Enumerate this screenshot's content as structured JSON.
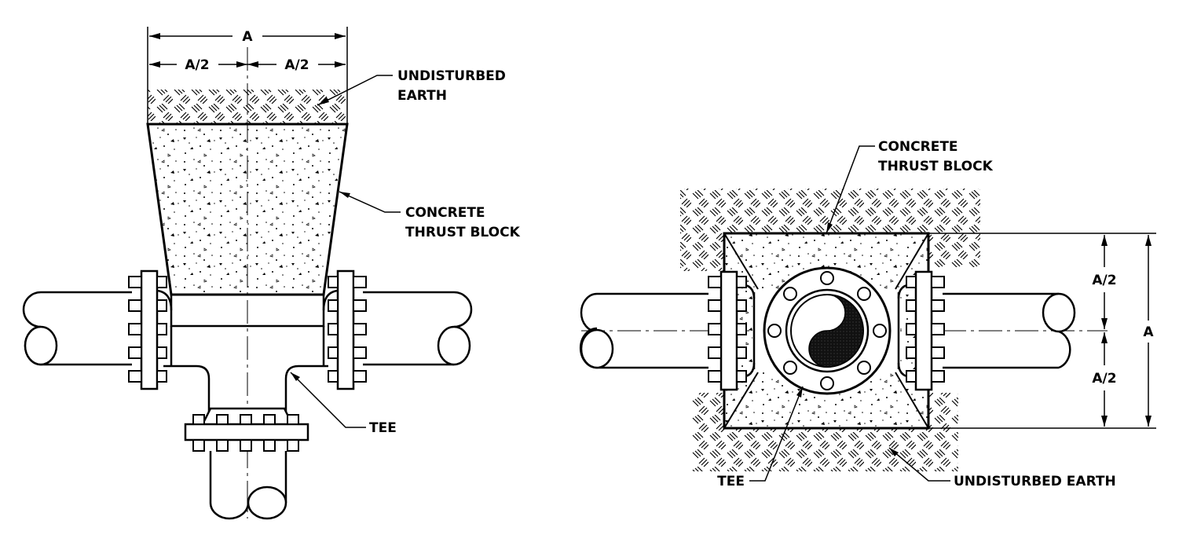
{
  "left_view": {
    "dim_total": "A",
    "dim_half_left": "A/2",
    "dim_half_right": "A/2",
    "label_earth_line1": "UNDISTURBED",
    "label_earth_line2": "EARTH",
    "label_block_line1": "CONCRETE",
    "label_block_line2": "THRUST BLOCK",
    "label_tee": "TEE"
  },
  "right_view": {
    "label_block_line1": "CONCRETE",
    "label_block_line2": "THRUST BLOCK",
    "label_tee": "TEE",
    "label_earth": "UNDISTURBED EARTH",
    "dim_total": "A",
    "dim_half_top": "A/2",
    "dim_half_bottom": "A/2"
  }
}
